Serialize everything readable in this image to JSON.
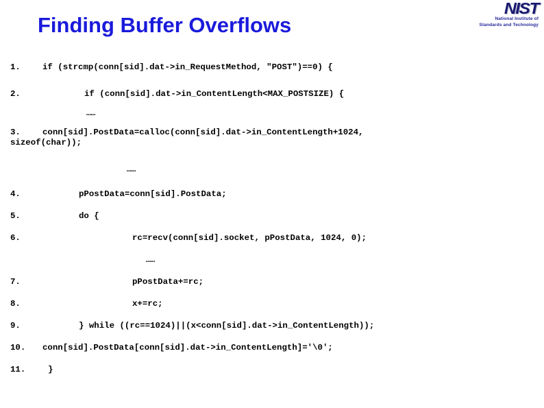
{
  "slide": {
    "title": "Finding Buffer Overflows",
    "title_color": "#1a1adb",
    "background_color": "#ffffff"
  },
  "logo": {
    "wordmark": "NIST",
    "tagline_line1": "National Institute of",
    "tagline_line2": "Standards and Technology",
    "color": "#191970"
  },
  "code": {
    "ellipsis": "……",
    "lines": [
      {
        "num": "1.",
        "indent": 62,
        "text": "if (strcmp(conn[sid].dat->in_RequestMethod, \"POST\")==0) {"
      },
      {
        "num": "2.",
        "indent": 123,
        "text": "if (conn[sid].dat->in_ContentLength<MAX_POSTSIZE) {"
      },
      {
        "num": "3.",
        "indent": 62,
        "text": "conn[sid].PostData=calloc(conn[sid].dat->in_ContentLength+1024,",
        "continuation": "sizeof(char));"
      },
      {
        "num": "4.",
        "indent": 115,
        "text": "pPostData=conn[sid].PostData;"
      },
      {
        "num": "5.",
        "indent": 115,
        "text": "do {"
      },
      {
        "num": "6.",
        "indent": 193,
        "text": "rc=recv(conn[sid].socket, pPostData, 1024, 0);"
      },
      {
        "num": "7.",
        "indent": 193,
        "text": "pPostData+=rc;"
      },
      {
        "num": "8.",
        "indent": 193,
        "text": "x+=rc;"
      },
      {
        "num": "9.",
        "indent": 115,
        "text": "} while ((rc==1024)||(x<conn[sid].dat->in_ContentLength));"
      },
      {
        "num": "10.",
        "indent": 62,
        "text": "conn[sid].PostData[conn[sid].dat->in_ContentLength]='\\0';"
      },
      {
        "num": "11.",
        "indent": 70,
        "text": "}"
      }
    ],
    "ellipses": [
      {
        "after_line": "2",
        "indent": 126
      },
      {
        "after_line": "3",
        "indent": 185
      },
      {
        "after_line": "6",
        "indent": 213
      }
    ]
  }
}
